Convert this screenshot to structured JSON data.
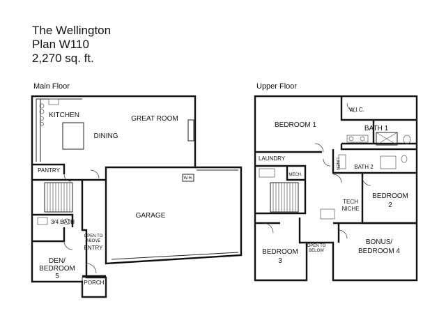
{
  "header": {
    "plan_name": "The Wellington",
    "plan_code": "Plan W110",
    "area": "2,270 sq. ft."
  },
  "main_floor": {
    "title": "Main Floor",
    "rooms": {
      "kitchen": "KITCHEN",
      "great_room": "GREAT ROOM",
      "dining": "DINING",
      "pantry": "PANTRY",
      "wh": "W.H.",
      "garage": "GARAGE",
      "bath": "3/4 BATH",
      "open_above_1": "OPEN TO",
      "open_above_2": "ABOVE",
      "entry": "ENTRY",
      "den_1": "DEN/",
      "den_2": "BEDROOM",
      "den_3": "5",
      "porch": "PORCH"
    }
  },
  "upper_floor": {
    "title": "Upper Floor",
    "rooms": {
      "bedroom1": "BEDROOM 1",
      "wic": "W.I.C.",
      "bath1": "BATH 1",
      "laundry": "LAUNDRY",
      "mech": "MECH.",
      "linen": "LINEN",
      "bath2": "BATH 2",
      "bedroom2_1": "BEDROOM",
      "bedroom2_2": "2",
      "tech_1": "TECH",
      "tech_2": "NICHE",
      "bedroom3_1": "BEDROOM",
      "bedroom3_2": "3",
      "open_below_1": "OPEN TO",
      "open_below_2": "BELOW",
      "bonus_1": "BONUS/",
      "bonus_2": "BEDROOM 4"
    }
  },
  "colors": {
    "wall": "#111111",
    "background": "#ffffff"
  }
}
